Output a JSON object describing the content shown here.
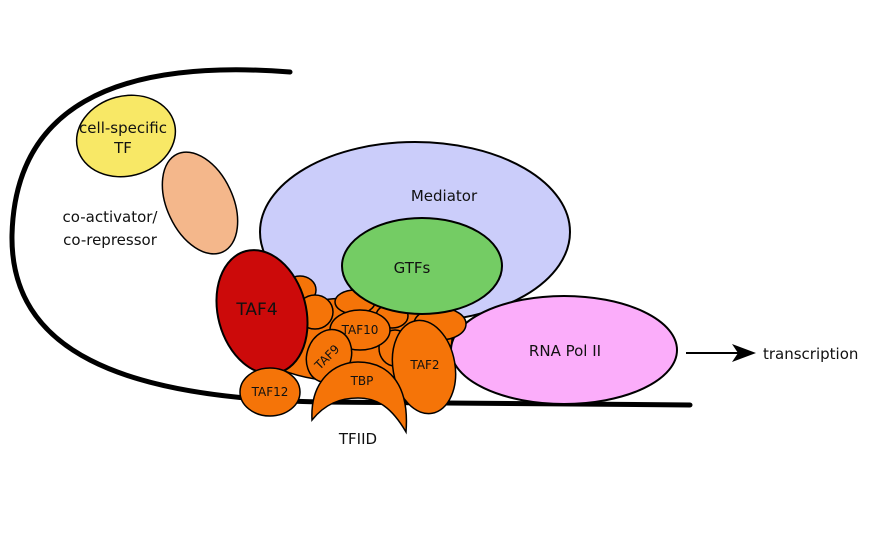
{
  "diagram": {
    "labels": {
      "cell_specific_tf_line1": "cell-specific",
      "cell_specific_tf_line2": "TF",
      "coactivator_line1": "co-activator/",
      "coactivator_line2": "co-repressor",
      "mediator": "Mediator",
      "gtfs": "GTFs",
      "taf4": "TAF4",
      "taf10": "TAF10",
      "taf9": "TAF9",
      "taf12": "TAF12",
      "tbp": "TBP",
      "taf2": "TAF2",
      "rna_pol_ii": "RNA Pol II",
      "transcription": "transcription",
      "tfiid": "TFIID"
    },
    "colors": {
      "cell_specific_tf": "#f8e866",
      "coactivator": "#f4b78b",
      "mediator": "#cbcdfa",
      "gtfs": "#74cc64",
      "taf4": "#cc0a0a",
      "tfiid_subunits": "#f57408",
      "rna_pol_ii": "#fbadfa",
      "outline": "#000000"
    }
  }
}
